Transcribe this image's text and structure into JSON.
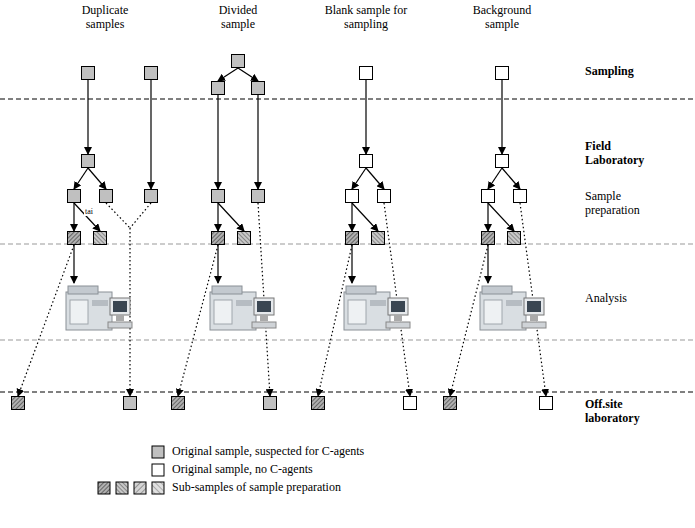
{
  "diagram": {
    "labels": [
      "Duplicate samples",
      "Divided sample",
      "Blank sample for sampling",
      "Background sample",
      "Sampling",
      "Field Laboratory",
      "Sample preparation",
      "Analysis",
      "Off.site laboratory",
      "tai"
    ],
    "legend": [
      {
        "text": "Original sample, suspected for C-agents",
        "color": "#c0c0c0"
      },
      {
        "text": "Original sample, no C-agents",
        "color": "#ffffff"
      },
      {
        "text": "Sub-samples of sample preparation"
      }
    ]
  }
}
